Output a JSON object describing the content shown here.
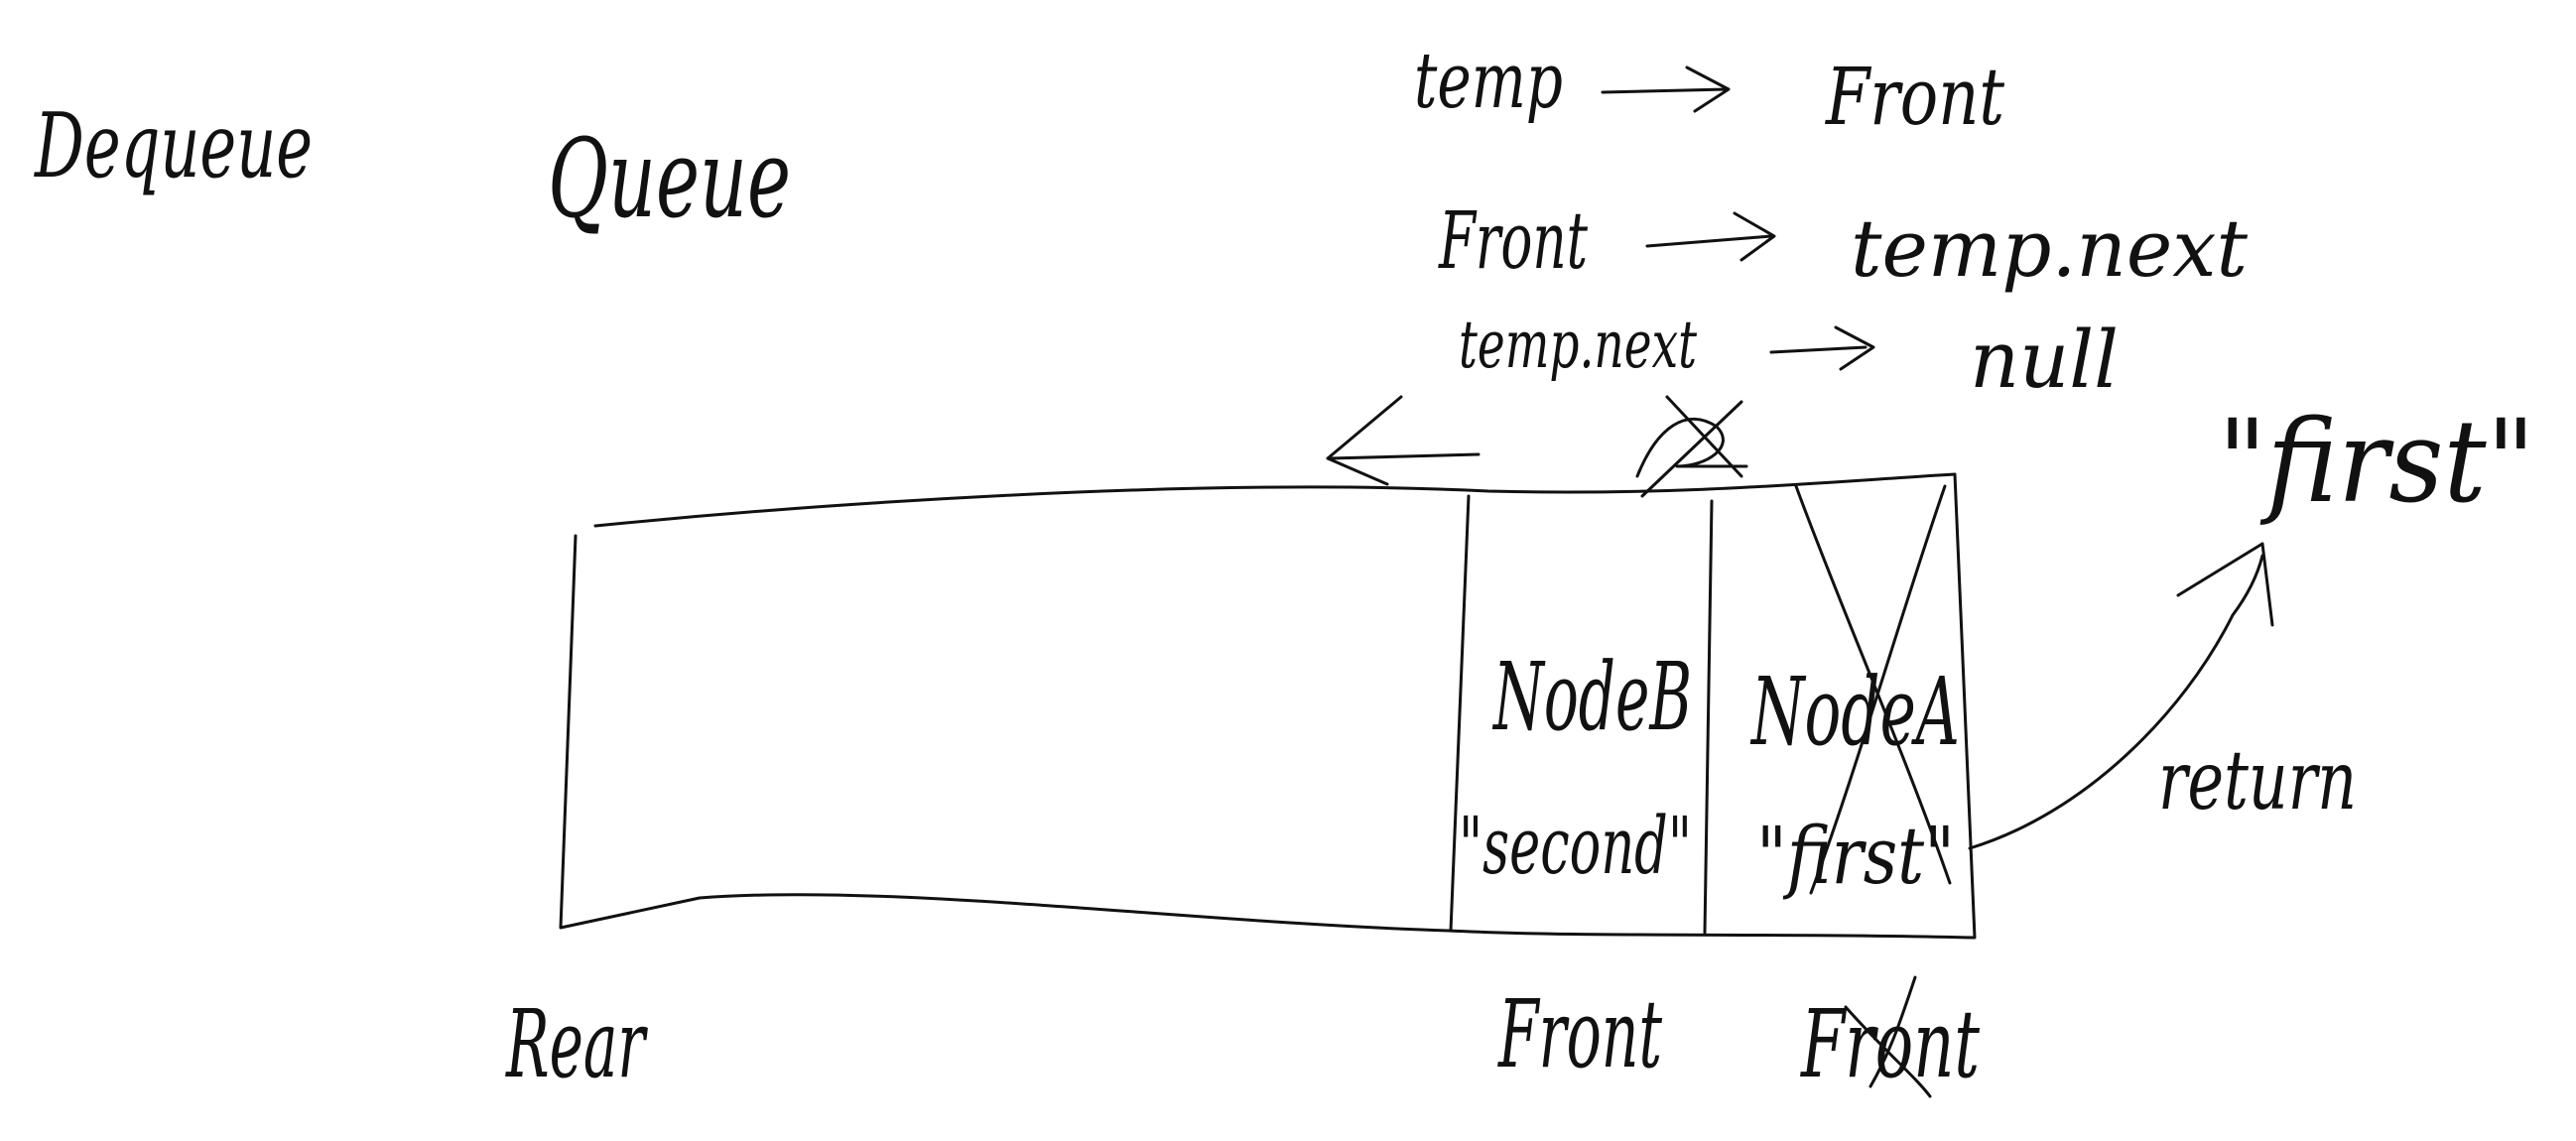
{
  "labels": {
    "dequeue": "Dequeue",
    "queue": "Queue",
    "rear": "Rear",
    "front_current": "Front",
    "front_old": "Front",
    "return": "return",
    "returned_value": "\"first\""
  },
  "steps": [
    {
      "lhs": "temp",
      "rhs": "Front"
    },
    {
      "lhs": "Front",
      "rhs": "temp.next"
    },
    {
      "lhs": "temp.next",
      "rhs": "null"
    }
  ],
  "nodes": [
    {
      "name": "NodeB",
      "value": "\"second\"",
      "crossed": false
    },
    {
      "name": "NodeA",
      "value": "\"first\"",
      "crossed": true
    }
  ],
  "ink_color": "#111111",
  "background_color": "#ffffff"
}
